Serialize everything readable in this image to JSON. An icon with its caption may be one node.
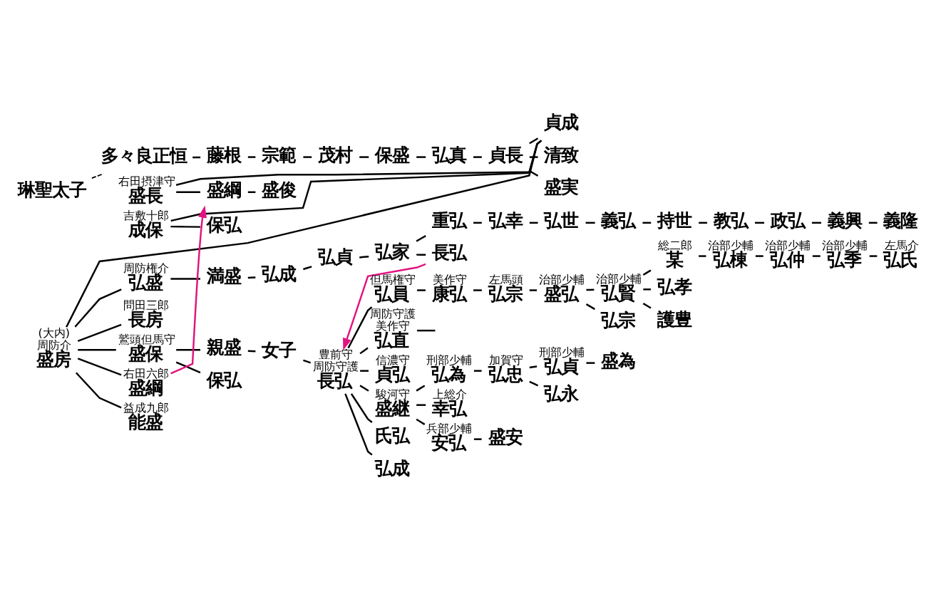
{
  "diagram": {
    "nodes": [
      {
        "text": [
          "琳聖太子"
        ]
      },
      {
        "text": [
          "多々良正恒"
        ]
      },
      {
        "text": [
          "藤根"
        ]
      },
      {
        "text": [
          "宗範"
        ]
      },
      {
        "text": [
          "茂村"
        ]
      },
      {
        "text": [
          "保盛"
        ]
      },
      {
        "text": [
          "弘真"
        ]
      },
      {
        "text": [
          "貞長"
        ]
      },
      {
        "text": [
          "貞成"
        ]
      },
      {
        "text": [
          "清致"
        ]
      },
      {
        "text": [
          "盛実"
        ]
      },
      {
        "text": [
          "盛房"
        ],
        "beside": [
          "(大内)",
          "周防介"
        ]
      },
      {
        "text": [
          "弘盛"
        ],
        "beside": [
          "周防権介"
        ]
      },
      {
        "text": [
          "満盛"
        ]
      },
      {
        "text": [
          "弘成"
        ]
      },
      {
        "text": [
          "弘貞"
        ]
      },
      {
        "text": [
          "弘家"
        ]
      },
      {
        "text": [
          "重弘"
        ]
      },
      {
        "text": [
          "弘幸"
        ]
      },
      {
        "text": [
          "弘世"
        ]
      },
      {
        "text": [
          "義弘"
        ]
      },
      {
        "text": [
          "持世"
        ]
      },
      {
        "text": [
          "教弘"
        ]
      },
      {
        "text": [
          "政弘"
        ]
      },
      {
        "text": [
          "義興"
        ]
      },
      {
        "text": [
          "義隆"
        ]
      },
      {
        "text": [
          "長房"
        ],
        "beside": [
          "問田三郎"
        ]
      },
      {
        "text": [
          "長弘"
        ]
      },
      {
        "text": [
          "盛保"
        ],
        "beside": [
          "鷲頭但馬守"
        ]
      },
      {
        "text": [
          "親盛"
        ]
      },
      {
        "text": [
          "女子"
        ]
      },
      {
        "text": [
          "長弘"
        ],
        "beside": [
          "豊前守",
          "周防守護"
        ]
      },
      {
        "text": [
          "弘員"
        ],
        "beside": [
          "但馬権守"
        ]
      },
      {
        "text": [
          "康弘"
        ],
        "beside": [
          "美作守"
        ]
      },
      {
        "text": [
          "弘宗"
        ],
        "beside": [
          "左馬頭"
        ]
      },
      {
        "text": [
          "盛弘"
        ],
        "beside": [
          "治部少輔"
        ]
      },
      {
        "text": [
          "弘賢"
        ],
        "beside": [
          "治部少輔"
        ]
      },
      {
        "text": [
          "某"
        ],
        "beside": [
          "総二郎"
        ]
      },
      {
        "text": [
          "弘棟"
        ],
        "beside": [
          "治部少輔"
        ]
      },
      {
        "text": [
          "弘仲"
        ],
        "beside": [
          "治部少輔"
        ]
      },
      {
        "text": [
          "弘季"
        ],
        "beside": [
          "治部少輔"
        ]
      },
      {
        "text": [
          "弘氏"
        ],
        "beside": [
          "左馬介"
        ]
      },
      {
        "text": [
          "弘宗"
        ]
      },
      {
        "text": [
          "弘孝"
        ]
      },
      {
        "text": [
          "保弘"
        ]
      },
      {
        "text": [
          "護豊"
        ]
      },
      {
        "text": [
          "弘直"
        ],
        "beside": [
          "周防守護",
          "美作守"
        ]
      },
      {
        "text": [
          "盛綱"
        ],
        "beside": [
          "右田六郎"
        ]
      },
      {
        "text": [
          "貞弘"
        ],
        "beside": [
          "信濃守"
        ]
      },
      {
        "text": [
          "能盛"
        ],
        "beside": [
          "益成九郎"
        ]
      },
      {
        "text": [
          "盛長"
        ],
        "beside": [
          "右田摂津守"
        ]
      },
      {
        "text": [
          "盛綱"
        ]
      },
      {
        "text": [
          "盛俊"
        ]
      },
      {
        "text": [
          "盛継"
        ],
        "beside": [
          "駿河守"
        ]
      },
      {
        "text": [
          "弘為"
        ],
        "beside": [
          "刑部少輔"
        ]
      },
      {
        "text": [
          "弘忠"
        ],
        "beside": [
          "加賀守"
        ]
      },
      {
        "text": [
          "弘貞"
        ],
        "beside": [
          "刑部少輔"
        ]
      },
      {
        "text": [
          "盛為"
        ]
      },
      {
        "text": [
          "成保"
        ],
        "beside": [
          "吉敷十郎"
        ]
      },
      {
        "text": [
          "保弘"
        ]
      },
      {
        "text": [
          "幸弘"
        ],
        "beside": [
          "上総介"
        ]
      },
      {
        "text": [
          "弘永"
        ]
      },
      {
        "text": [
          "氏弘"
        ]
      },
      {
        "text": [
          "弘成"
        ]
      },
      {
        "text": [
          "安弘"
        ],
        "beside": [
          "兵部少輔"
        ]
      },
      {
        "text": [
          "盛安"
        ]
      }
    ],
    "edges": [
      {
        "from": 0,
        "to": 1,
        "arrow": "none",
        "style": "dashed"
      },
      {
        "from": 1,
        "to": 2,
        "arrow": "none"
      },
      {
        "from": 2,
        "to": 3,
        "arrow": "none"
      },
      {
        "from": 3,
        "to": 4,
        "arrow": "none"
      },
      {
        "from": 4,
        "to": 5,
        "arrow": "none"
      },
      {
        "from": 5,
        "to": 6,
        "arrow": "none"
      },
      {
        "from": 6,
        "to": 7,
        "arrow": "none"
      },
      {
        "from": 7,
        "to": 8,
        "arrow": "none"
      },
      {
        "from": 7,
        "to": 9,
        "arrow": "none"
      },
      {
        "from": 7,
        "to": 10,
        "arrow": "none"
      },
      {
        "from": 8,
        "to": 11,
        "arrow": "none"
      },
      {
        "from": 8,
        "to": 50,
        "arrow": "none"
      },
      {
        "from": 8,
        "to": 58,
        "arrow": "none"
      },
      {
        "from": 11,
        "to": 12,
        "arrow": "none"
      },
      {
        "from": 11,
        "to": 26,
        "arrow": "none"
      },
      {
        "from": 11,
        "to": 28,
        "arrow": "none"
      },
      {
        "from": 11,
        "to": 47,
        "arrow": "none"
      },
      {
        "from": 11,
        "to": 49,
        "arrow": "none"
      },
      {
        "from": 12,
        "to": 13,
        "arrow": "none"
      },
      {
        "from": 13,
        "to": 14,
        "arrow": "none"
      },
      {
        "from": 14,
        "to": 15,
        "arrow": "none"
      },
      {
        "from": 15,
        "to": 16,
        "arrow": "none"
      },
      {
        "from": 16,
        "to": 17,
        "arrow": "none"
      },
      {
        "from": 16,
        "to": 27,
        "arrow": "none"
      },
      {
        "from": 17,
        "to": 18,
        "arrow": "none"
      },
      {
        "from": 18,
        "to": 19,
        "arrow": "none"
      },
      {
        "from": 19,
        "to": 20,
        "arrow": "none"
      },
      {
        "from": 20,
        "to": 21,
        "arrow": "none"
      },
      {
        "from": 21,
        "to": 22,
        "arrow": "none"
      },
      {
        "from": 22,
        "to": 23,
        "arrow": "none"
      },
      {
        "from": 23,
        "to": 24,
        "arrow": "none"
      },
      {
        "from": 24,
        "to": 25,
        "arrow": "none"
      },
      {
        "from": 27,
        "to": 31,
        "arrow": "to",
        "color": "#e0147f"
      },
      {
        "from": 28,
        "to": 29,
        "arrow": "none"
      },
      {
        "from": 28,
        "to": 44,
        "arrow": "none"
      },
      {
        "from": 29,
        "to": 30,
        "arrow": "none"
      },
      {
        "from": 30,
        "to": 31,
        "arrow": "none"
      },
      {
        "from": 31,
        "to": 32,
        "arrow": "none"
      },
      {
        "from": 31,
        "to": 46,
        "arrow": "none"
      },
      {
        "from": 31,
        "to": 48,
        "arrow": "none"
      },
      {
        "from": 31,
        "to": 53,
        "arrow": "none"
      },
      {
        "from": 31,
        "to": 62,
        "arrow": "none"
      },
      {
        "from": 31,
        "to": 63,
        "arrow": "none"
      },
      {
        "from": 32,
        "to": 33,
        "arrow": "none"
      },
      {
        "from": 33,
        "to": 34,
        "arrow": "none"
      },
      {
        "from": 34,
        "to": 35,
        "arrow": "none"
      },
      {
        "from": 35,
        "to": 36,
        "arrow": "none"
      },
      {
        "from": 35,
        "to": 42,
        "arrow": "none"
      },
      {
        "from": 36,
        "to": 37,
        "arrow": "none"
      },
      {
        "from": 36,
        "to": 43,
        "arrow": "none"
      },
      {
        "from": 36,
        "to": 45,
        "arrow": "none"
      },
      {
        "from": 37,
        "to": 38,
        "arrow": "none"
      },
      {
        "from": 38,
        "to": 39,
        "arrow": "none"
      },
      {
        "from": 39,
        "to": 40,
        "arrow": "none"
      },
      {
        "from": 40,
        "to": 41,
        "arrow": "none"
      },
      {
        "from": 46,
        "to": null,
        "arrow": "none"
      },
      {
        "from": 47,
        "to": 51,
        "arrow": "to",
        "color": "#e0147f"
      },
      {
        "from": 50,
        "to": 51,
        "arrow": "none"
      },
      {
        "from": 51,
        "to": 52,
        "arrow": "none"
      },
      {
        "from": 53,
        "to": 54,
        "arrow": "none"
      },
      {
        "from": 53,
        "to": 60,
        "arrow": "none"
      },
      {
        "from": 53,
        "to": 64,
        "arrow": "none"
      },
      {
        "from": 54,
        "to": 55,
        "arrow": "none"
      },
      {
        "from": 55,
        "to": 56,
        "arrow": "none"
      },
      {
        "from": 55,
        "to": 61,
        "arrow": "none"
      },
      {
        "from": 56,
        "to": 57,
        "arrow": "none"
      },
      {
        "from": 58,
        "to": 59,
        "arrow": "none"
      },
      {
        "from": 64,
        "to": 65,
        "arrow": "none"
      }
    ]
  }
}
